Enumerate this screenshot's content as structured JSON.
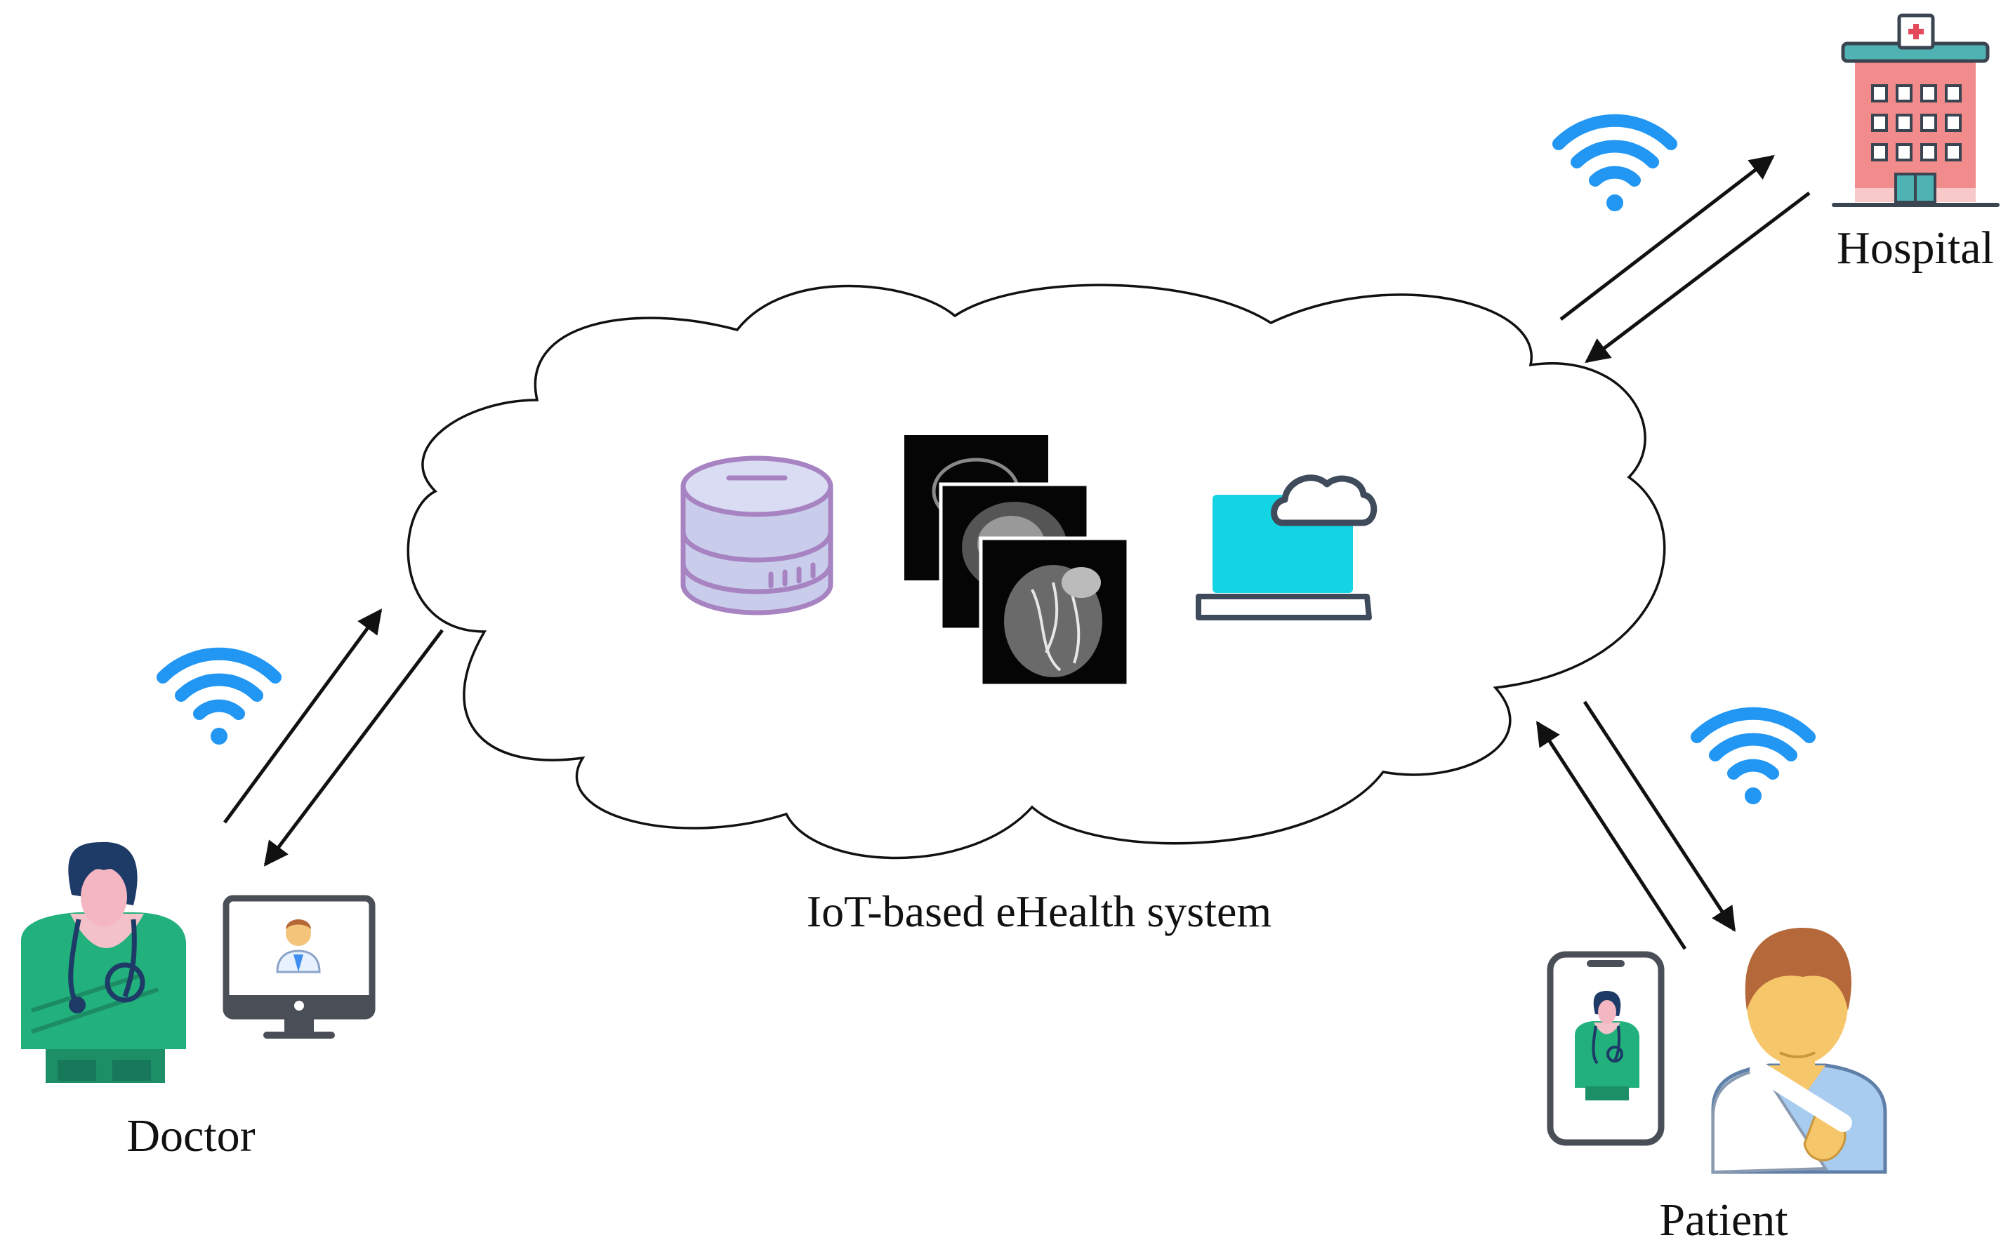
{
  "labels": {
    "system": "IoT-based eHealth system",
    "hospital": "Hospital",
    "doctor": "Doctor",
    "patient": "Patient"
  },
  "icons": {
    "cloud": "cloud-shape",
    "database": "database-icon",
    "scans": "medical-scan-images-icon",
    "laptop": "cloud-laptop-icon",
    "wifi": "wifi-icon",
    "hospital": "hospital-building-icon",
    "doctor": "doctor-icon",
    "monitor": "monitor-video-call-icon",
    "phone": "smartphone-doctor-icon",
    "patient": "patient-icon"
  },
  "colors": {
    "wifi": "#2196f3",
    "hospital_wall": "#f28b8b",
    "hospital_roof": "#4fb3b3",
    "doctor_coat": "#22b07d",
    "laptop_screen": "#12d4e3",
    "database": "#c9cdeb",
    "database_stroke": "#a783c2",
    "patient_skin": "#f6c66a",
    "patient_hair": "#b5683a",
    "patient_shirt": "#a8cbf0"
  }
}
